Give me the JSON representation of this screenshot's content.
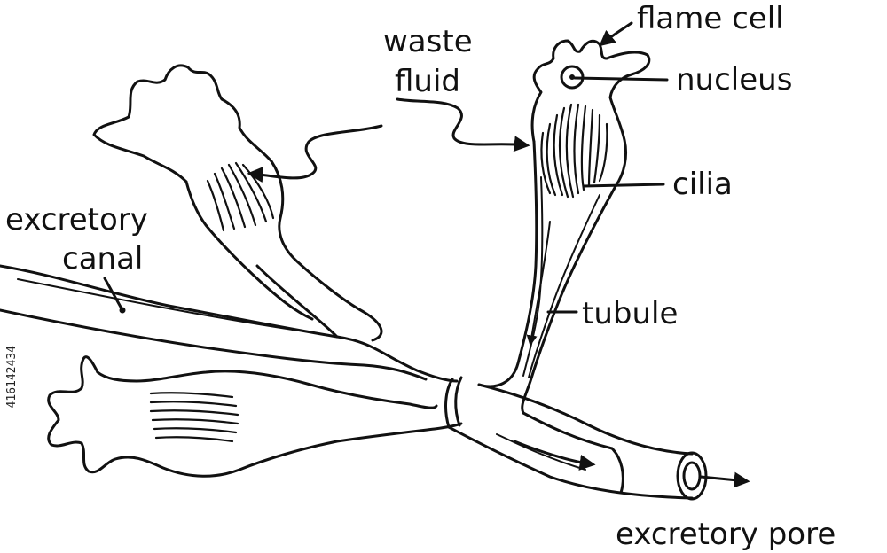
{
  "labels": {
    "flame_cell": "flame cell",
    "nucleus": "nucleus",
    "waste": "waste",
    "fluid": "fluid",
    "cilia": "cilia",
    "excretory": "excretory",
    "canal": "canal",
    "tubule": "tubule",
    "excretory_pore": "excretory pore"
  },
  "watermark_id": "416142434",
  "colors": {
    "ink": "#111111",
    "background": "#ffffff"
  }
}
